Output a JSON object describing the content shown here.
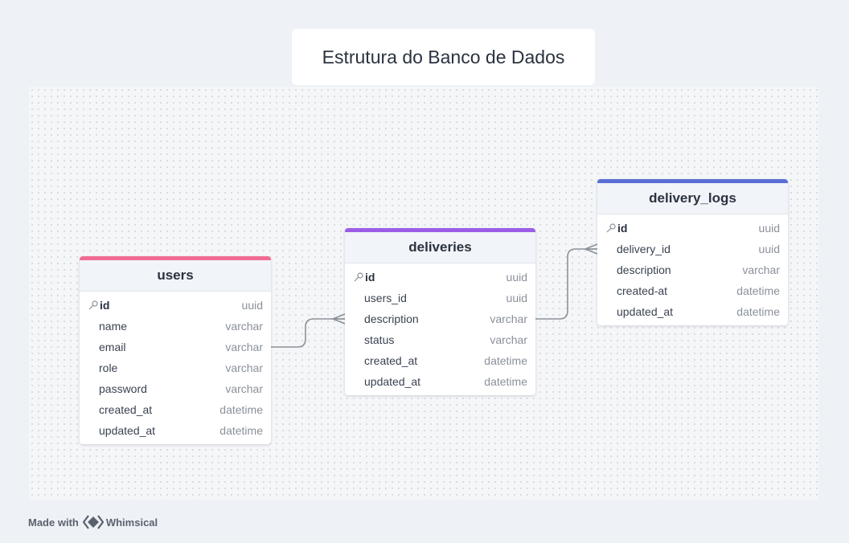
{
  "title": "Estrutura do Banco de Dados",
  "tables": {
    "users": {
      "name": "users",
      "accent": "#f06a94",
      "fields": [
        {
          "name": "id",
          "type": "uuid",
          "pk": true
        },
        {
          "name": "name",
          "type": "varchar"
        },
        {
          "name": "email",
          "type": "varchar"
        },
        {
          "name": "role",
          "type": "varchar"
        },
        {
          "name": "password",
          "type": "varchar"
        },
        {
          "name": "created_at",
          "type": "datetime"
        },
        {
          "name": "updated_at",
          "type": "datetime"
        }
      ]
    },
    "deliveries": {
      "name": "deliveries",
      "accent": "#9b5de5",
      "fields": [
        {
          "name": "id",
          "type": "uuid",
          "pk": true
        },
        {
          "name": "users_id",
          "type": "uuid"
        },
        {
          "name": "description",
          "type": "varchar"
        },
        {
          "name": "status",
          "type": "varchar"
        },
        {
          "name": "created_at",
          "type": "datetime"
        },
        {
          "name": "updated_at",
          "type": "datetime"
        }
      ]
    },
    "delivery_logs": {
      "name": "delivery_logs",
      "accent": "#5b6ed6",
      "fields": [
        {
          "name": "id",
          "type": "uuid",
          "pk": true
        },
        {
          "name": "delivery_id",
          "type": "uuid"
        },
        {
          "name": "description",
          "type": "varchar"
        },
        {
          "name": "created-at",
          "type": "datetime"
        },
        {
          "name": "updated_at",
          "type": "datetime"
        }
      ]
    }
  },
  "footer": {
    "made_with": "Made with",
    "brand": "Whimsical"
  }
}
